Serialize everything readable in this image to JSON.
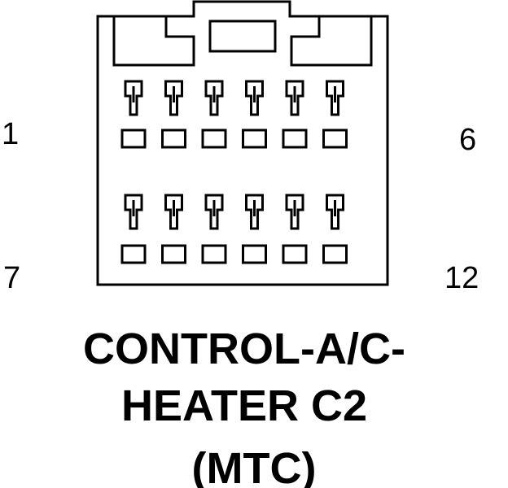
{
  "connector": {
    "title_line1": "CONTROL-A/C-",
    "title_line2": "HEATER C2",
    "subtitle": "(MTC)",
    "pin_labels": {
      "top_left": "1",
      "top_right": "6",
      "bottom_left": "7",
      "bottom_right": "12"
    },
    "pins_per_row": 6,
    "rows": 2
  },
  "colors": {
    "stroke": "#000000",
    "background": "#ffffff"
  }
}
